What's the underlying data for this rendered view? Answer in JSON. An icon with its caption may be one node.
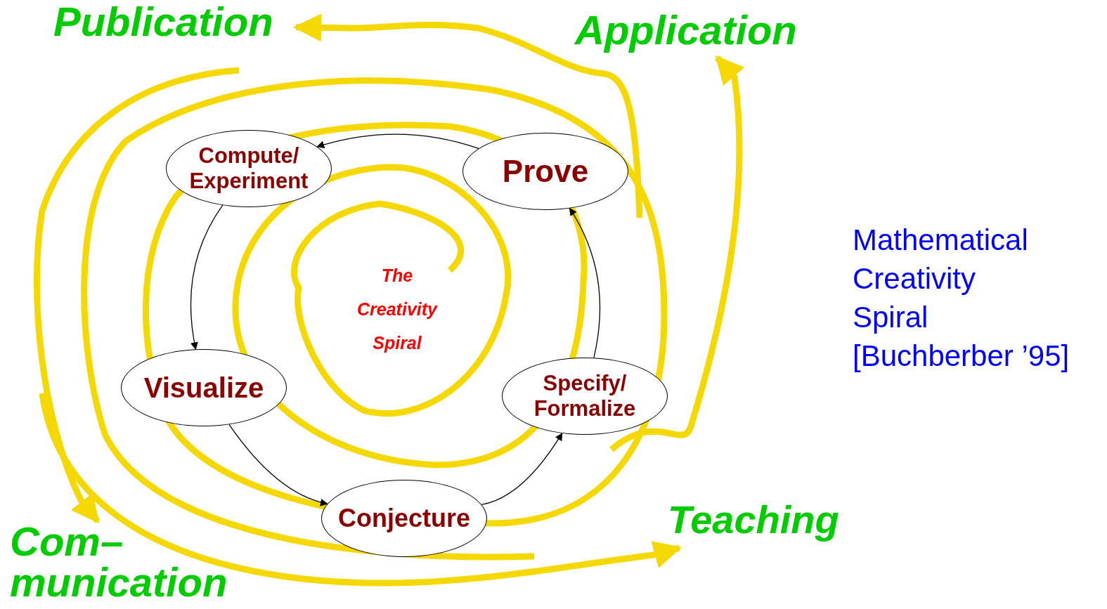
{
  "diagram": {
    "caption": "Mathematical Creativity Spiral",
    "nodes": [
      {
        "text": [
          "Compute/ Experiment"
        ]
      },
      {
        "text": [
          "Prove"
        ]
      },
      {
        "text": [
          "Specify/ Formalize"
        ]
      },
      {
        "text": [
          "Conjecture"
        ]
      },
      {
        "text": [
          "Visualize"
        ]
      },
      {
        "text": [
          "Publication"
        ]
      },
      {
        "text": [
          "Application"
        ]
      },
      {
        "text": [
          "Teaching"
        ]
      },
      {
        "text": [
          "Com– munication"
        ]
      }
    ],
    "edges": [
      {
        "from": 1,
        "to": 0,
        "arrow": "to"
      },
      {
        "from": 0,
        "to": 4,
        "arrow": "to"
      },
      {
        "from": 4,
        "to": 3,
        "arrow": "to"
      },
      {
        "from": 3,
        "to": 2,
        "arrow": "to"
      },
      {
        "from": 2,
        "to": 1,
        "arrow": "to"
      },
      {
        "from": null,
        "to": 5,
        "arrow": "to",
        "style": "thick",
        "color": "#f5d800"
      },
      {
        "from": null,
        "to": 6,
        "arrow": "to",
        "style": "thick",
        "color": "#f5d800"
      },
      {
        "from": null,
        "to": 7,
        "arrow": "to",
        "style": "thick",
        "color": "#f5d800"
      },
      {
        "from": null,
        "to": 8,
        "arrow": "to",
        "style": "thick",
        "color": "#f5d800"
      }
    ],
    "labels": [
      "The Creativity Spiral",
      "[Buchberber ’95]"
    ]
  }
}
